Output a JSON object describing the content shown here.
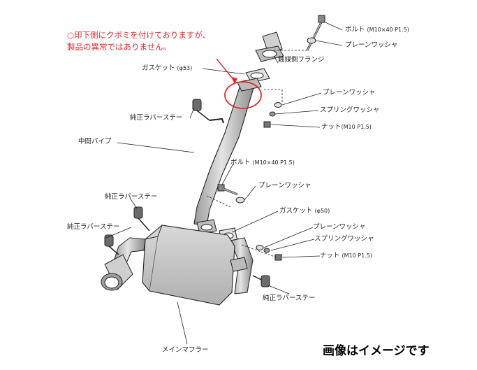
{
  "note": {
    "line1": "○印下側にクボミを付けておりますが、",
    "line2": "製品の異常ではありません。"
  },
  "labels": {
    "bolt_top": "ボルト",
    "bolt_top_spec": "(M10×40 P1.5)",
    "plain_washer_top": "プレーンワッシャ",
    "catalyst_flange": "触媒側フランジ",
    "gasket_53": "ガスケット",
    "gasket_53_spec": "(φ53)",
    "plain_washer_right": "プレーンワッシャ",
    "spring_washer_right": "スプリングワッシャ",
    "nut_right": "ナット",
    "nut_right_spec": "(M10 P1.5)",
    "rubber_stay_upper": "純正ラバーステー",
    "mid_pipe": "中間パイプ",
    "bolt_mid": "ボルト",
    "bolt_mid_spec": "(M10×40 P1.5)",
    "plain_washer_mid": "プレーンワッシャ",
    "rubber_stay_left1": "純正ラバーステー",
    "gasket_50": "ガスケット",
    "gasket_50_spec": "(φ50)",
    "rubber_stay_left2": "純正ラバーステー",
    "plain_washer_low": "プレーンワッシャ",
    "spring_washer_low": "スプリングワッシャ",
    "nut_low": "ナット",
    "nut_low_spec": "(M10 P1.5)",
    "rubber_stay_bottom": "純正ラバーステー",
    "main_muffler": "メインマフラー"
  },
  "footer": "画像はイメージです",
  "colors": {
    "highlight": "#e8262b",
    "pipe_fill": "#c8c8c8",
    "line": "#222222"
  }
}
